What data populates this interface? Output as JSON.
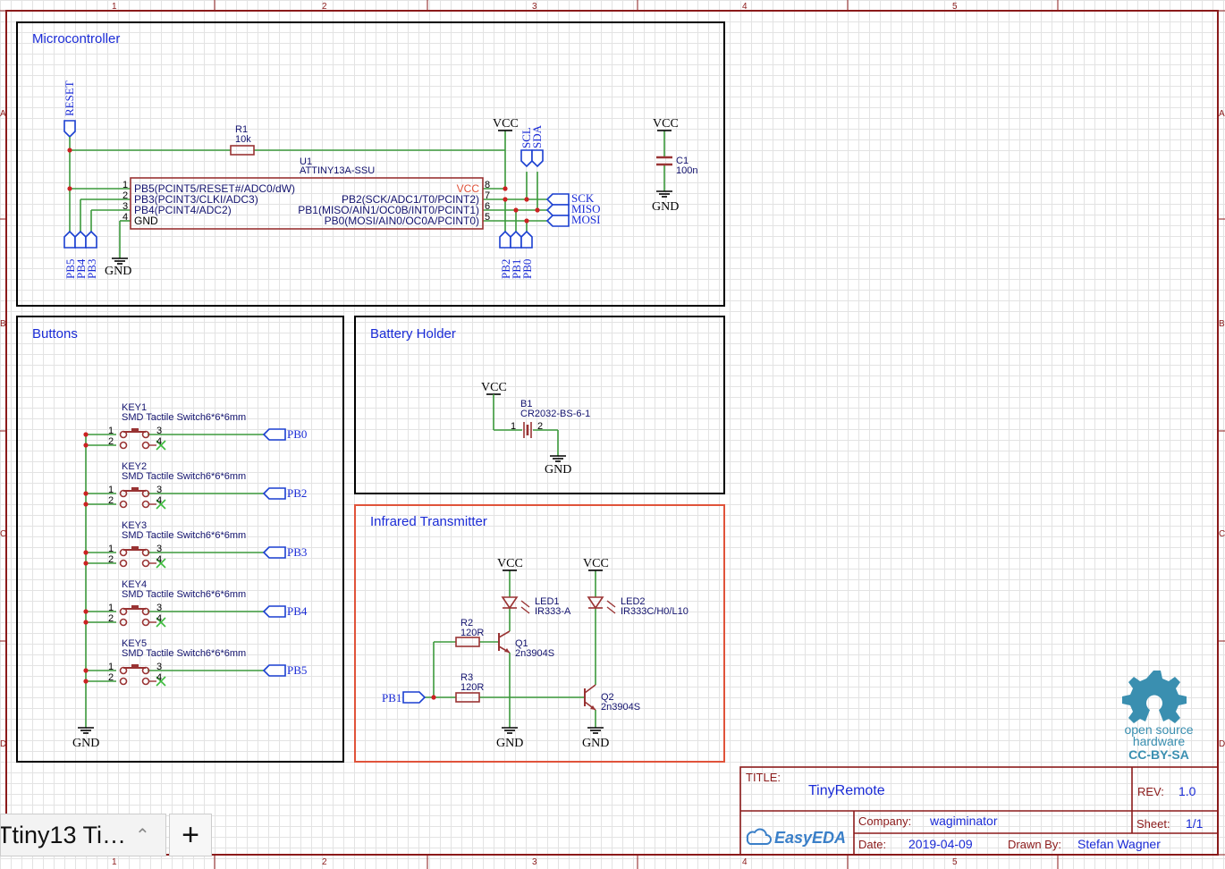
{
  "ruler": {
    "columns": [
      "1",
      "2",
      "3",
      "4",
      "5"
    ],
    "rows": [
      "A",
      "B",
      "C",
      "D"
    ]
  },
  "sections": {
    "microcontroller": "Microcontroller",
    "buttons": "Buttons",
    "battery": "Battery Holder",
    "infrared": "Infrared Transmitter"
  },
  "micro": {
    "reset_port": "RESET",
    "r1_ref": "R1",
    "r1_value": "10k",
    "u1_ref": "U1",
    "u1_part": "ATTINY13A-SSU",
    "pins_left": [
      {
        "num": "1",
        "name": "PB5(PCINT5/RESET#/ADC0/dW)"
      },
      {
        "num": "2",
        "name": "PB3(PCINT3/CLKI/ADC3)"
      },
      {
        "num": "3",
        "name": "PB4(PCINT4/ADC2)"
      },
      {
        "num": "4",
        "name": "GND"
      }
    ],
    "pins_right": [
      {
        "num": "8",
        "name": "VCC"
      },
      {
        "num": "7",
        "name": "PB2(SCK/ADC1/T0/PCINT2)"
      },
      {
        "num": "6",
        "name": "PB1(MISO/AIN1/OC0B/INT0/PCINT1)"
      },
      {
        "num": "5",
        "name": "PB0(MOSI/AIN0/OC0A/PCINT0)"
      }
    ],
    "vcc": "VCC",
    "gnd": "GND",
    "bottom_left_ports": [
      "PB5",
      "PB4",
      "PB3"
    ],
    "bottom_right_ports": [
      "PB2",
      "PB1",
      "PB0"
    ],
    "top_ports": [
      "SCL",
      "SDA"
    ],
    "right_ports": [
      "SCK",
      "MISO",
      "MOSI"
    ],
    "c1_vcc": "VCC",
    "c1_ref": "C1",
    "c1_value": "100n",
    "c1_gnd": "GND"
  },
  "buttons": {
    "keys": [
      {
        "ref": "KEY1",
        "part": "SMD Tactile Switch6*6*6mm",
        "port": "PB0"
      },
      {
        "ref": "KEY2",
        "part": "SMD Tactile Switch6*6*6mm",
        "port": "PB2"
      },
      {
        "ref": "KEY3",
        "part": "SMD Tactile Switch6*6*6mm",
        "port": "PB3"
      },
      {
        "ref": "KEY4",
        "part": "SMD Tactile Switch6*6*6mm",
        "port": "PB4"
      },
      {
        "ref": "KEY5",
        "part": "SMD Tactile Switch6*6*6mm",
        "port": "PB5"
      }
    ],
    "pin_labels": [
      "1",
      "2",
      "3",
      "4"
    ],
    "gnd": "GND"
  },
  "battery": {
    "vcc": "VCC",
    "ref": "B1",
    "part": "CR2032-BS-6-1",
    "pin1": "1",
    "pin2": "2",
    "gnd": "GND"
  },
  "infrared": {
    "vcc1": "VCC",
    "vcc2": "VCC",
    "led1_ref": "LED1",
    "led1_part": "IR333-A",
    "led2_ref": "LED2",
    "led2_part": "IR333C/H0/L10",
    "r2_ref": "R2",
    "r2_value": "120R",
    "r3_ref": "R3",
    "r3_value": "120R",
    "q1_ref": "Q1",
    "q1_part": "2n3904S",
    "q2_ref": "Q2",
    "q2_part": "2n3904S",
    "pb1_port": "PB1",
    "gnd1": "GND",
    "gnd2": "GND"
  },
  "logo": {
    "line1": "open source",
    "line2": "hardware",
    "license": "CC-BY-SA"
  },
  "title_block": {
    "title_label": "TITLE:",
    "title": "TinyRemote",
    "rev_label": "REV:",
    "rev": "1.0",
    "company_label": "Company:",
    "company": "wagiminator",
    "sheet_label": "Sheet:",
    "sheet": "1/1",
    "date_label": "Date:",
    "date": "2019-04-09",
    "drawn_label": "Drawn By:",
    "drawn_by": "Stefan Wagner",
    "brand": "EasyEDA"
  },
  "tabs": {
    "doc_tab": "Ttiny13 Ti…",
    "add": "+",
    "chevron": "^"
  },
  "colors": {
    "wire": "#3c9a3c",
    "symbol": "#993333",
    "port": "#1a3fd1",
    "border": "#8b1a1a",
    "highlight_frame": "#e0533a",
    "logo": "#3a8fb0"
  }
}
